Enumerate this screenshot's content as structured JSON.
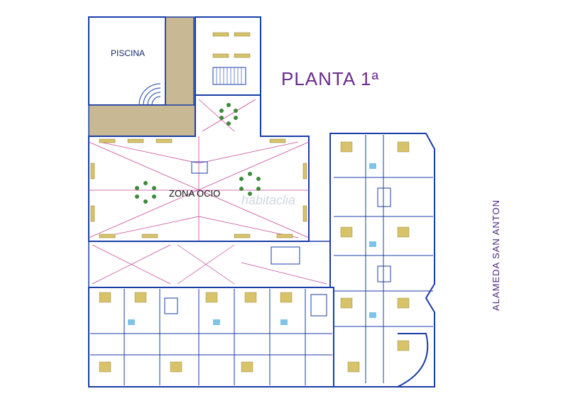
{
  "title": "PLANTA 1ª",
  "pool_label": "PISCINA",
  "leisure_label": "ZONA OCIO",
  "street_label": "ALAMEDA SAN ANTON",
  "watermark": "habitaclia",
  "colors": {
    "wall": "#1a3ea8",
    "pink_lines": "#c8469a",
    "deck": "#c9b894",
    "furniture": "#d8c36a",
    "title": "#6a2c8c"
  }
}
